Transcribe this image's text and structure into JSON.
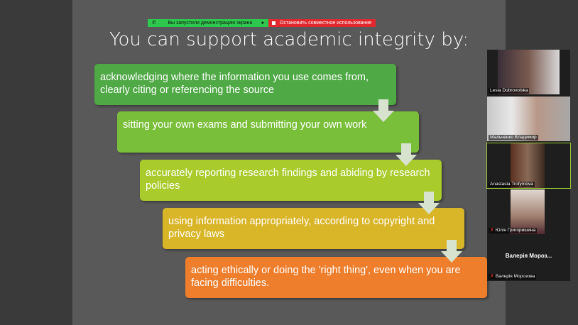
{
  "share_bar": {
    "status": "Вы запустили демонстрацию экрана",
    "stop_button": "Остановить совместное использование"
  },
  "slide": {
    "title": "You can support academic integrity by:",
    "steps": [
      {
        "text": "acknowledging where the information you use comes from, clearly citing or referencing the source",
        "color": "#4fa945"
      },
      {
        "text": "sitting your own exams and submitting your own work",
        "color": "#7abf3a"
      },
      {
        "text": "accurately reporting research findings and abiding by research policies",
        "color": "#aacb2c"
      },
      {
        "text": "using information appropriately, according to copyright and privacy laws",
        "color": "#d9b528"
      },
      {
        "text": "acting ethically or doing the 'right thing', even when you are facing difficulties.",
        "color": "#ee7e2c"
      }
    ]
  },
  "participants": [
    {
      "name": "Lesia Dobrovolska"
    },
    {
      "name": "Мальченко Владимир"
    },
    {
      "name": "Anastasia Trofymova"
    },
    {
      "name": "Юлія Григоришина"
    },
    {
      "name": "Валерія Морозова",
      "display": "Валерія Мороз..."
    }
  ]
}
